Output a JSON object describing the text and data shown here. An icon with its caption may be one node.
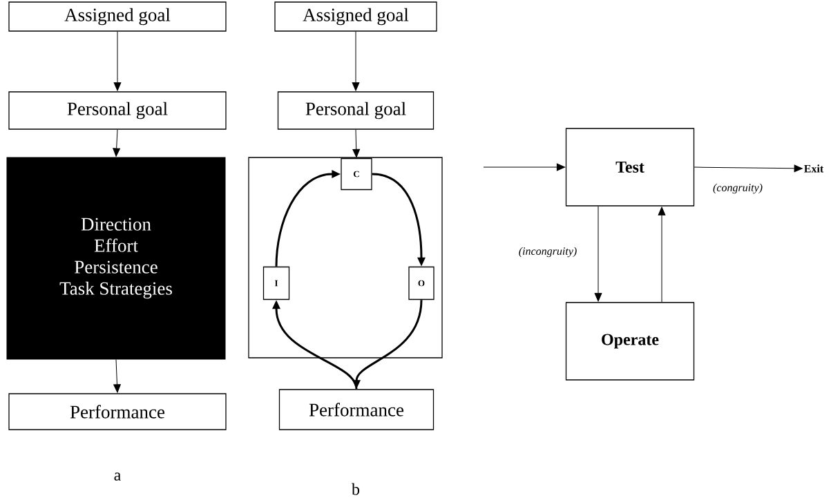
{
  "diagram": {
    "nodes": [
      {
        "text": [
          "Assigned goal"
        ]
      },
      {
        "text": [
          "Personal goal"
        ]
      },
      {
        "text": [
          "Direction",
          "Effort",
          "Persistence",
          "Task Strategies"
        ]
      },
      {
        "text": [
          "Performance"
        ]
      },
      {
        "text": [
          "Assigned goal"
        ]
      },
      {
        "text": [
          "Personal goal"
        ]
      },
      {
        "text": [],
        "shape": "box"
      },
      {
        "text": [
          "C"
        ],
        "in": 6
      },
      {
        "text": [
          "I"
        ],
        "in": 6
      },
      {
        "text": [
          "O"
        ],
        "in": 6
      },
      {
        "text": [
          "Performance"
        ]
      },
      {
        "text": [
          "Test"
        ]
      },
      {
        "text": [
          "Operate"
        ]
      },
      {
        "text": [
          "Exit"
        ]
      }
    ],
    "edges": [
      {
        "from": 0,
        "to": 1,
        "arrow": "to"
      },
      {
        "from": 1,
        "to": 2,
        "arrow": "to"
      },
      {
        "from": 2,
        "to": 3,
        "arrow": "to"
      },
      {
        "from": 4,
        "to": 5,
        "arrow": "to"
      },
      {
        "from": 5,
        "to": 7,
        "arrow": "to"
      },
      {
        "from": 8,
        "to": 7,
        "arrow": "to",
        "style": "thick"
      },
      {
        "from": 7,
        "to": 9,
        "arrow": "to",
        "style": "thick"
      },
      {
        "from": 9,
        "to": 10,
        "arrow": "to",
        "style": "thick"
      },
      {
        "from": 10,
        "to": 8,
        "arrow": "to",
        "style": "thick"
      },
      {
        "from": null,
        "to": 11,
        "arrow": "to"
      },
      {
        "from": 11,
        "to": 13,
        "arrow": "to",
        "label": "(congruity)"
      },
      {
        "from": 11,
        "to": 12,
        "arrow": "to",
        "label": "(incongruity)"
      },
      {
        "from": 12,
        "to": 11,
        "arrow": "to"
      }
    ],
    "labels": [
      "a",
      "b"
    ]
  }
}
